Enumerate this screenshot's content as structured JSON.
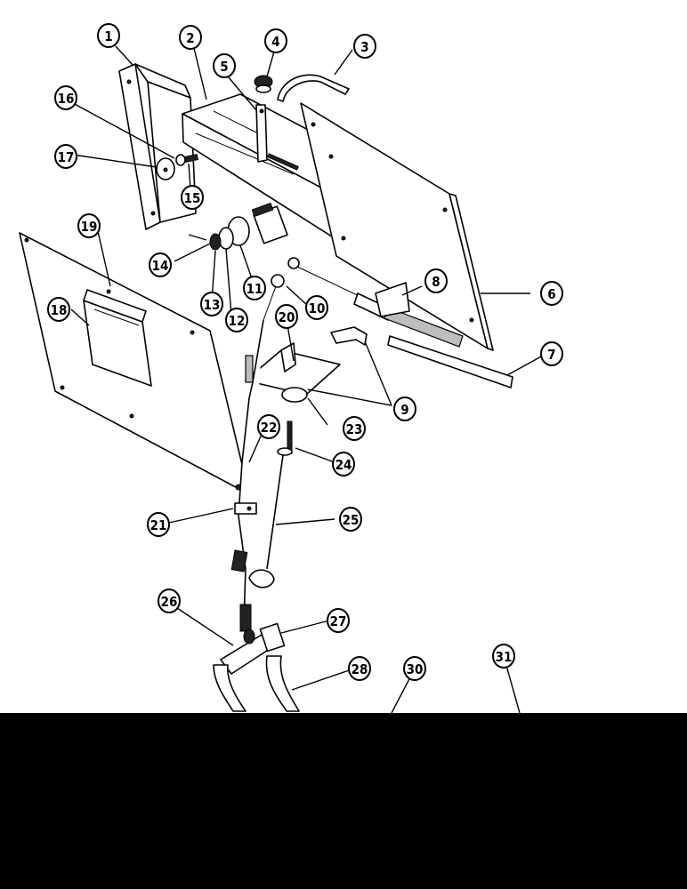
{
  "diagram": {
    "callouts": [
      {
        "id": "c1",
        "label": "1"
      },
      {
        "id": "c2",
        "label": "2"
      },
      {
        "id": "c3",
        "label": "3"
      },
      {
        "id": "c4",
        "label": "4"
      },
      {
        "id": "c5",
        "label": "5"
      },
      {
        "id": "c6",
        "label": "6"
      },
      {
        "id": "c7",
        "label": "7"
      },
      {
        "id": "c8",
        "label": "8"
      },
      {
        "id": "c9",
        "label": "9"
      },
      {
        "id": "c10",
        "label": "10"
      },
      {
        "id": "c11",
        "label": "11"
      },
      {
        "id": "c12",
        "label": "12"
      },
      {
        "id": "c13",
        "label": "13"
      },
      {
        "id": "c14",
        "label": "14"
      },
      {
        "id": "c15",
        "label": "15"
      },
      {
        "id": "c16",
        "label": "16"
      },
      {
        "id": "c17",
        "label": "17"
      },
      {
        "id": "c18",
        "label": "18"
      },
      {
        "id": "c19",
        "label": "19"
      },
      {
        "id": "c20",
        "label": "20"
      },
      {
        "id": "c21",
        "label": "21"
      },
      {
        "id": "c22",
        "label": "22"
      },
      {
        "id": "c23",
        "label": "23"
      },
      {
        "id": "c24",
        "label": "24"
      },
      {
        "id": "c25",
        "label": "25"
      },
      {
        "id": "c26",
        "label": "26"
      },
      {
        "id": "c27",
        "label": "27"
      },
      {
        "id": "c28",
        "label": "28"
      },
      {
        "id": "c30",
        "label": "30"
      },
      {
        "id": "c31",
        "label": "31"
      }
    ]
  }
}
